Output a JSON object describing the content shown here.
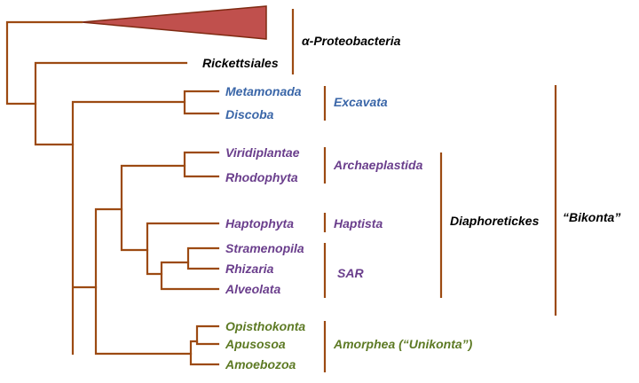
{
  "colors": {
    "branch": "#9c4a12",
    "alpha_triangle_fill": "#c0504d",
    "alpha_triangle_stroke": "#7f2a12",
    "black": "#000000",
    "excavata_blue": "#3a66a8",
    "diaphoretickes_purple": "#6a3e8c",
    "amorphea_green": "#5d7a24"
  },
  "taxa": {
    "rickettsiales": "Rickettsiales",
    "metamonada": "Metamonada",
    "discoba": "Discoba",
    "viridiplantae": "Viridiplantae",
    "rhodophyta": "Rhodophyta",
    "haptophyta": "Haptophyta",
    "stramenopila": "Stramenopila",
    "rhizaria": "Rhizaria",
    "alveolata": "Alveolata",
    "opisthokonta": "Opisthokonta",
    "apusozoa": "Apusosoa",
    "amoebozoa": "Amoebozoa"
  },
  "groups": {
    "alpha_proteobacteria": "α-Proteobacteria",
    "excavata": "Excavata",
    "archaeplastida": "Archaeplastida",
    "haptista": "Haptista",
    "sar": "SAR",
    "amorphea": "Amorphea (“Unikonta”)",
    "diaphoretickes": "Diaphoretickes",
    "bikonta": "“Bikonta”"
  }
}
